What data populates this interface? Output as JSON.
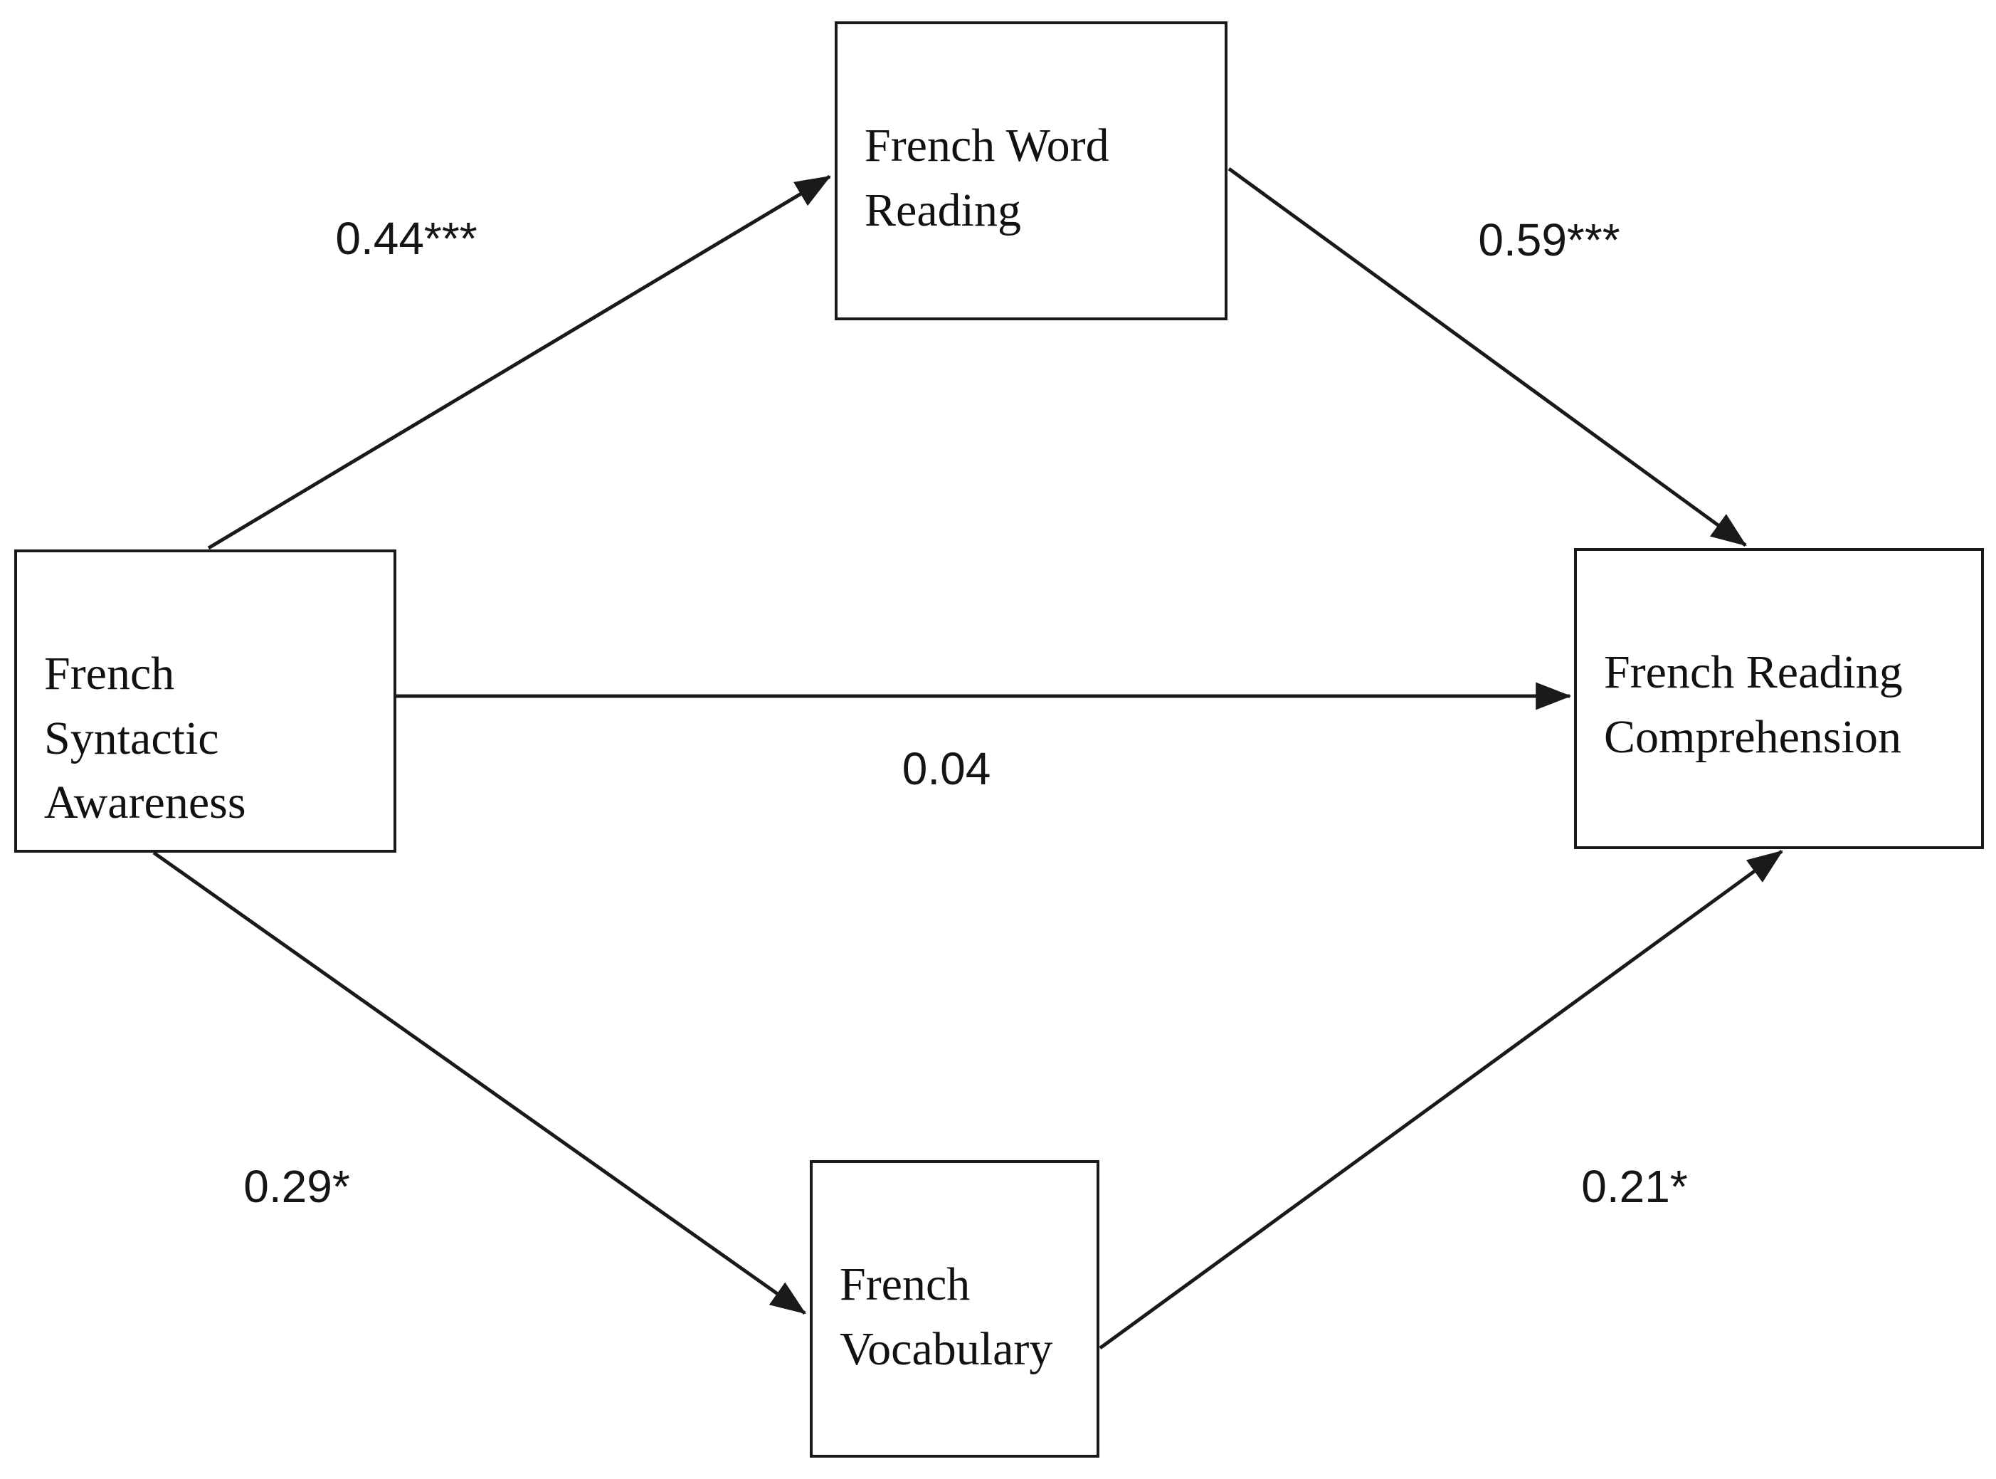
{
  "figure": {
    "type": "mediation-path-diagram",
    "background_color": "#ffffff",
    "box_border_color": "#1a1a1a",
    "arrow_color": "#1a1a1a",
    "text_color": "#111111"
  },
  "diagram": {
    "nodes": {
      "word_reading": {
        "label": "French Word\nReading"
      },
      "syntactic_awareness": {
        "label": "French\nSyntactic\nAwareness"
      },
      "reading_comprehension": {
        "label": "French Reading\nComprehension"
      },
      "vocabulary": {
        "label": "French\nVocabulary"
      }
    },
    "edges": [
      {
        "from": "syntactic_awareness",
        "to": "word_reading",
        "label": "0.44***"
      },
      {
        "from": "word_reading",
        "to": "reading_comprehension",
        "label": "0.59***"
      },
      {
        "from": "syntactic_awareness",
        "to": "reading_comprehension",
        "label": "0.04"
      },
      {
        "from": "syntactic_awareness",
        "to": "vocabulary",
        "label": "0.29*"
      },
      {
        "from": "vocabulary",
        "to": "reading_comprehension",
        "label": "0.21*"
      }
    ]
  }
}
